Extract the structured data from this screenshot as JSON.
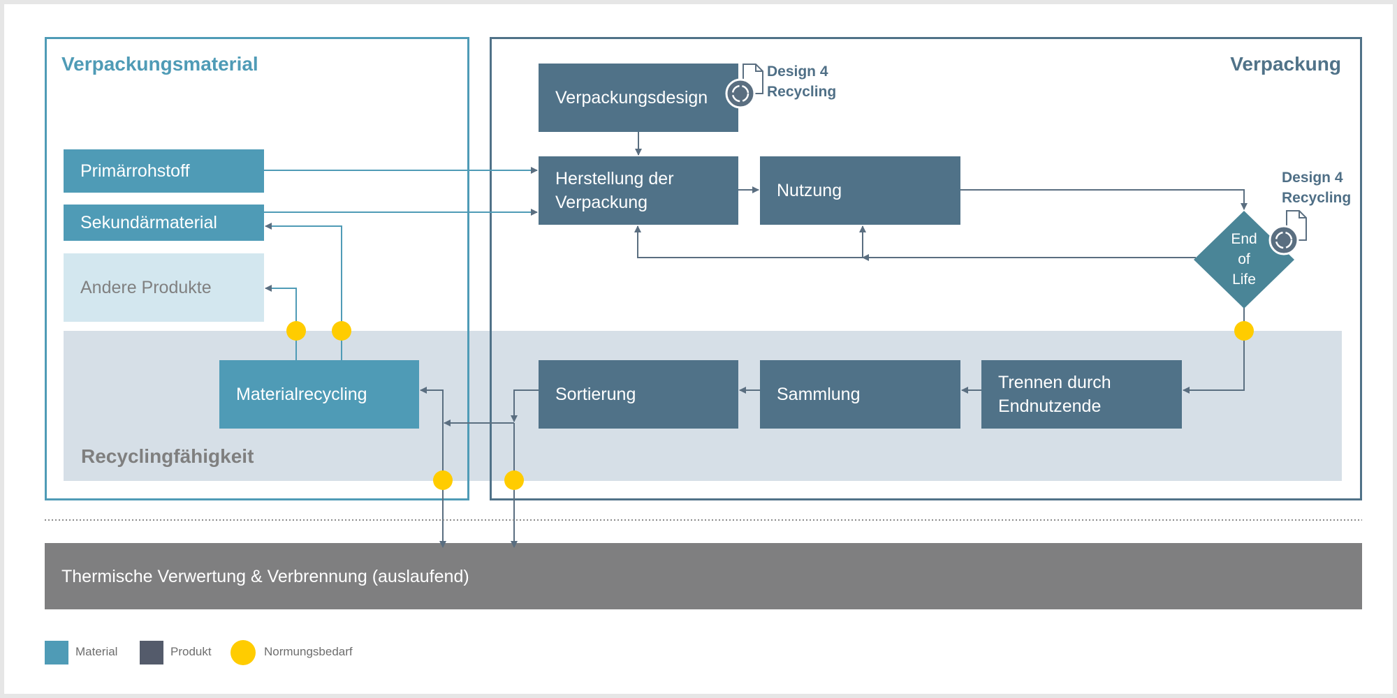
{
  "sections": {
    "material_title": "Verpackungsmaterial",
    "verpackung_title": "Verpackung",
    "recycling_title": "Recyclingfähigkeit"
  },
  "nodes": {
    "primaerrohstoff": "Primärrohstoff",
    "sekundaermaterial": "Sekundärmaterial",
    "andere_produkte": "Andere Produkte",
    "materialrecycling": "Materialrecycling",
    "verpackungsdesign": "Verpackungsdesign",
    "herstellung_line1": "Herstellung der",
    "herstellung_line2": "Verpackung",
    "nutzung": "Nutzung",
    "end_of_life_line1": "End",
    "end_of_life_line2": "of",
    "end_of_life_line3": "Life",
    "sortierung": "Sortierung",
    "sammlung": "Sammlung",
    "trennen_line1": "Trennen durch",
    "trennen_line2": "Endnutzende",
    "thermische": "Thermische Verwertung & Verbrennung (auslaufend)"
  },
  "annotations": {
    "design_line1": "Design 4",
    "design_line2": "Recycling"
  },
  "legend": [
    {
      "label": "Material",
      "color": "#4f9bb6"
    },
    {
      "label": "Produkt",
      "color": "#545b6b"
    },
    {
      "label": "Normungsbedarf",
      "color": "#ffcc00"
    }
  ],
  "colors": {
    "material": "#4f9bb6",
    "produkt": "#507288",
    "recycling_band": "#d6dfe7",
    "thermal": "#7f7f80",
    "normungsbedarf": "#ffcc00"
  }
}
